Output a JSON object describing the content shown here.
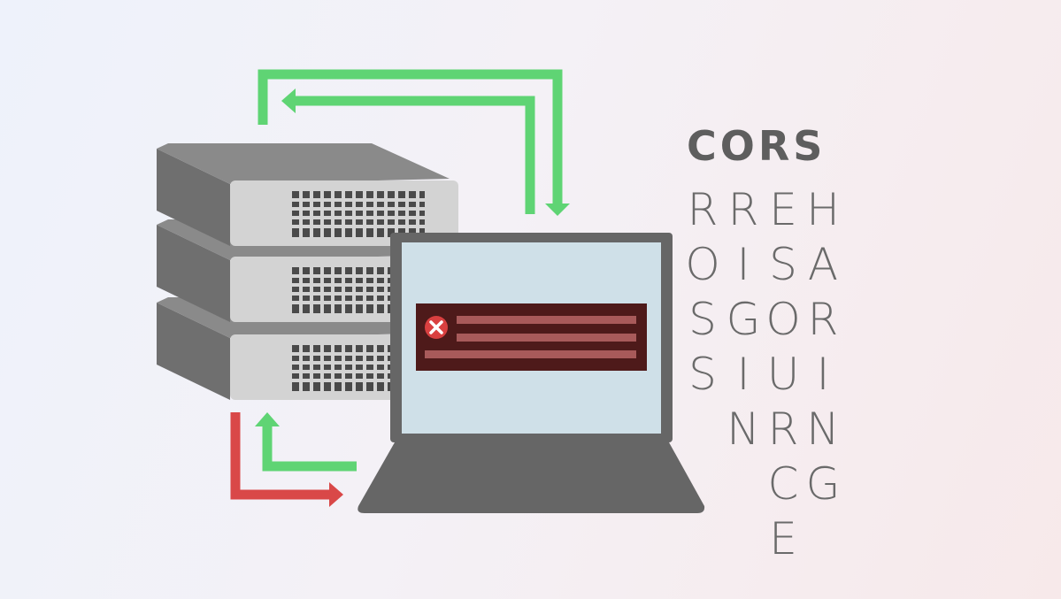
{
  "colors": {
    "server_body": "#6e6e6e",
    "server_face": "#d2d2d2",
    "laptop": "#666666",
    "screen": "#cfe0e8",
    "error_panel": "#4e1a1a",
    "error_bar": "#a85a5a",
    "error_icon": "#d94040",
    "arrow_ok": "#5fd474",
    "arrow_error": "#d94848",
    "text": "#666666"
  },
  "title": "CORS",
  "acronym_columns": [
    [
      "R",
      "O",
      "S",
      "S"
    ],
    [
      "R",
      "I",
      "G",
      "I",
      "N"
    ],
    [
      "E",
      "S",
      "O",
      "U",
      "R",
      "C",
      "E"
    ],
    [
      "H",
      "A",
      "R",
      "I",
      "N",
      "G"
    ]
  ]
}
